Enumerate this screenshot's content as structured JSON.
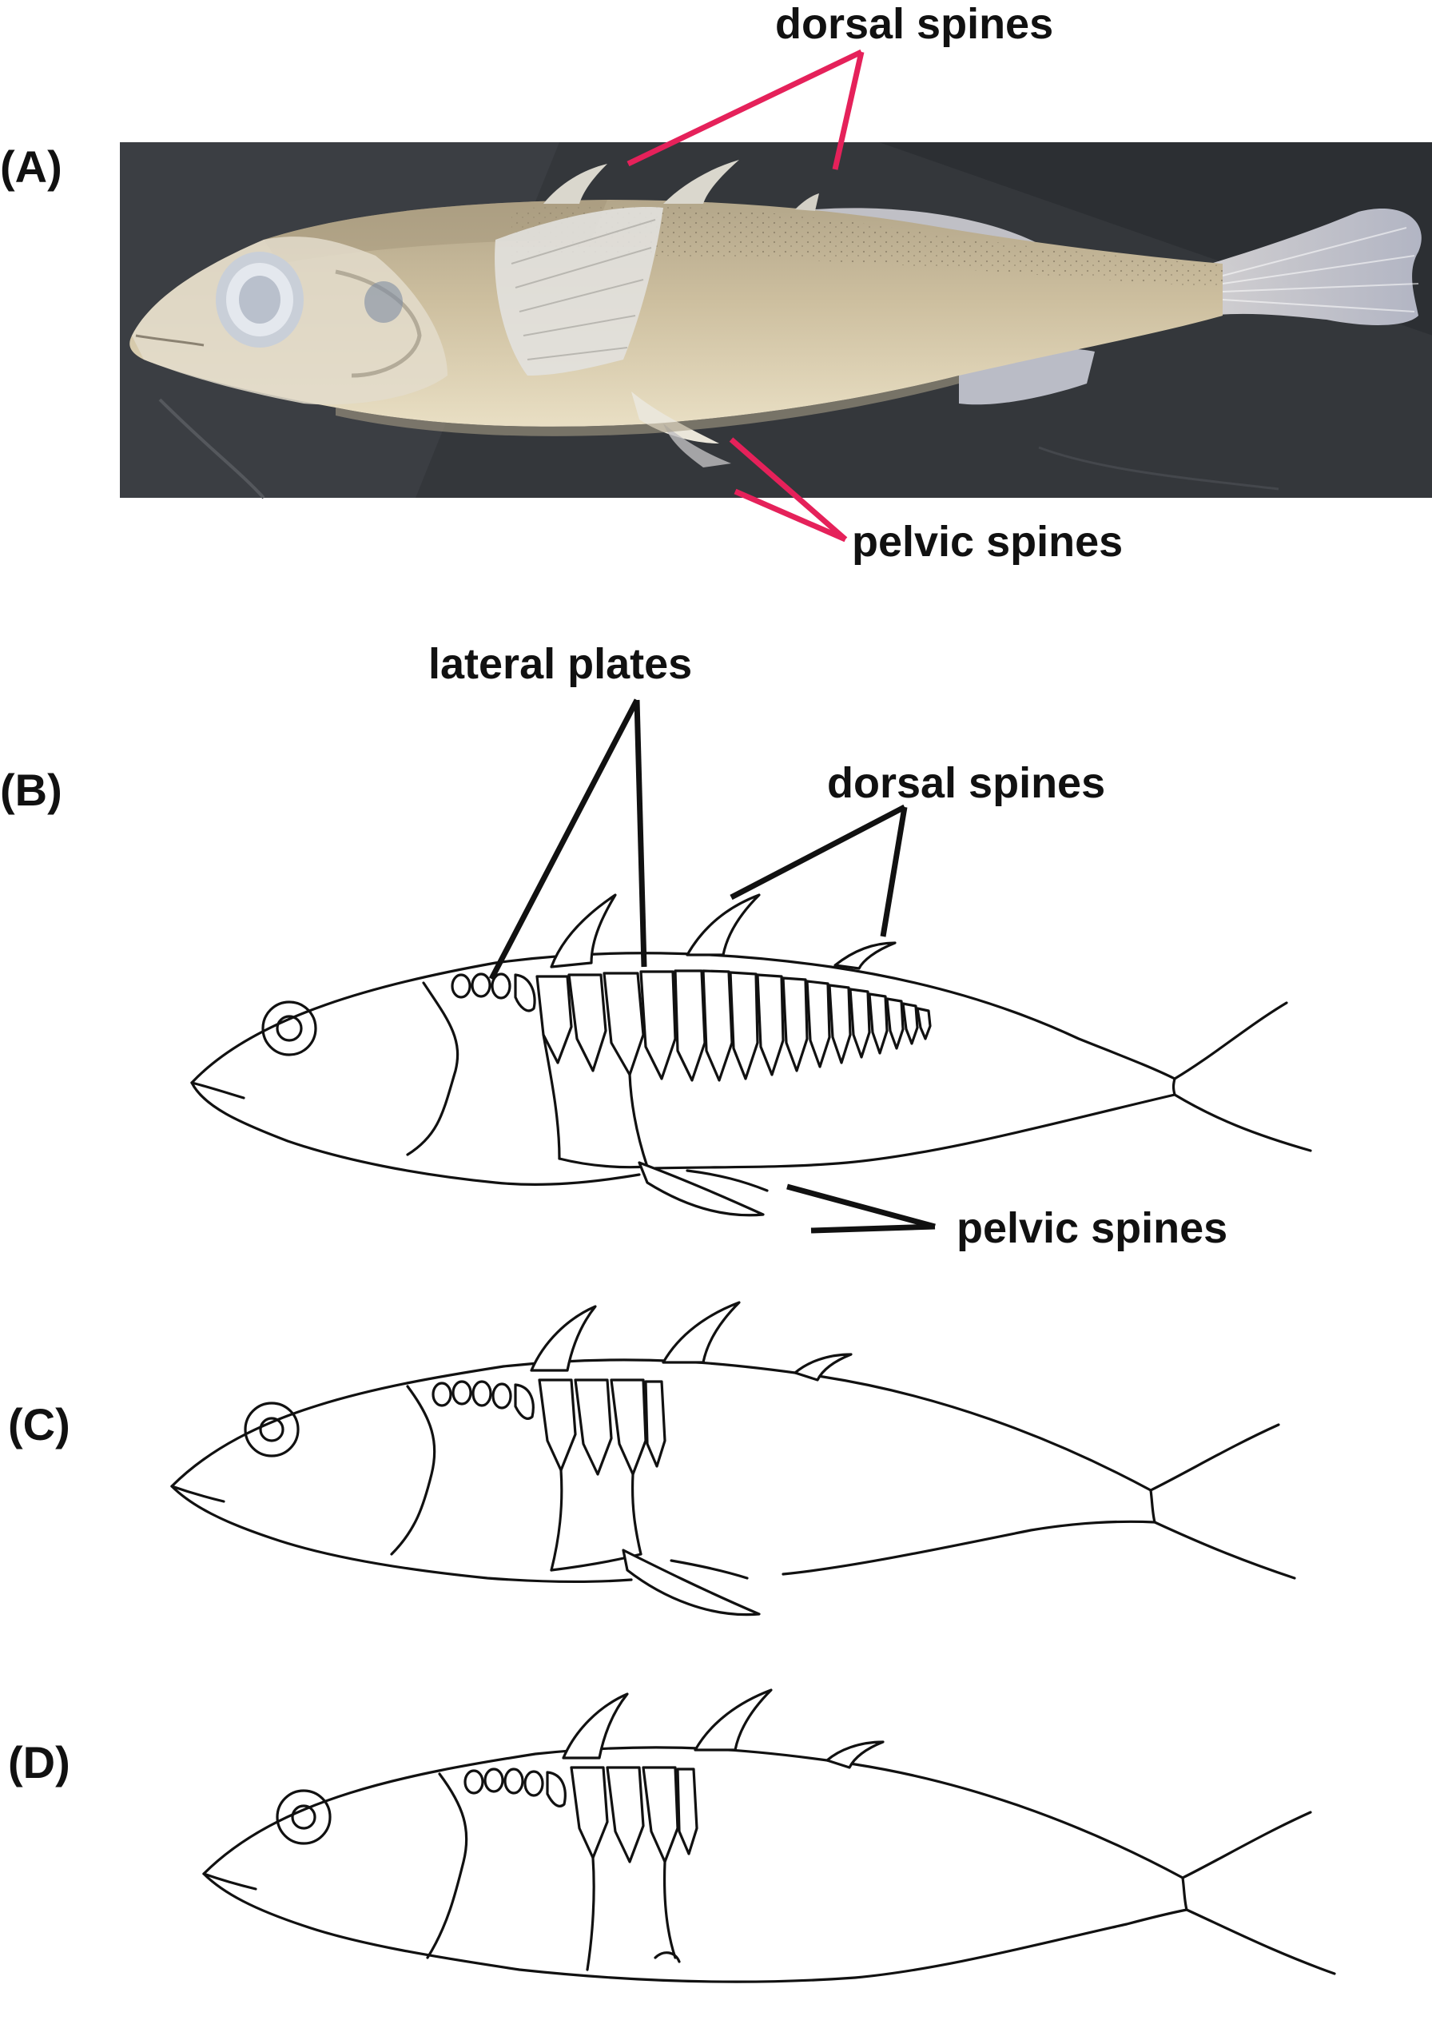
{
  "panels": {
    "a": {
      "label": "(A)",
      "callouts": {
        "dorsal": "dorsal spines",
        "pelvic": "pelvic spines"
      }
    },
    "b": {
      "label": "(B)",
      "callouts": {
        "lateral": "lateral plates",
        "dorsal": "dorsal spines",
        "pelvic": "pelvic spines"
      }
    },
    "c": {
      "label": "(C)"
    },
    "d": {
      "label": "(D)"
    }
  },
  "colors": {
    "callout_line_photo": "#e5215a",
    "callout_line_drawing": "#111111",
    "photo_background": "#34373b",
    "fish_body": "#c9bb9b"
  }
}
